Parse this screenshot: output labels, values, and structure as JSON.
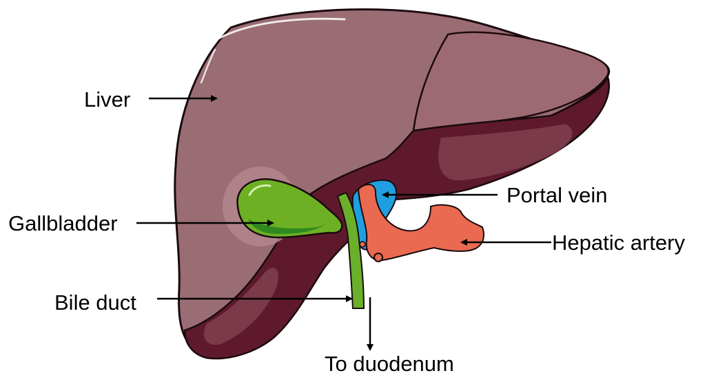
{
  "labels": {
    "liver": "Liver",
    "gallbladder": "Gallbladder",
    "bile_duct": "Bile duct",
    "portal_vein": "Portal vein",
    "hepatic_artery": "Hepatic artery",
    "to_duodenum": "To duodenum"
  },
  "colors": {
    "liver_main": "#9a6c74",
    "liver_dark": "#5e1a2c",
    "liver_shadow": "#7a3a4a",
    "gallbladder": "#6db024",
    "gallbladder_dark": "#2e8a20",
    "bile_duct": "#6ab02a",
    "portal_vein": "#1f9fe0",
    "hepatic_artery": "#e96a50",
    "outline": "#1a0a0e",
    "arrow": "#000000"
  }
}
